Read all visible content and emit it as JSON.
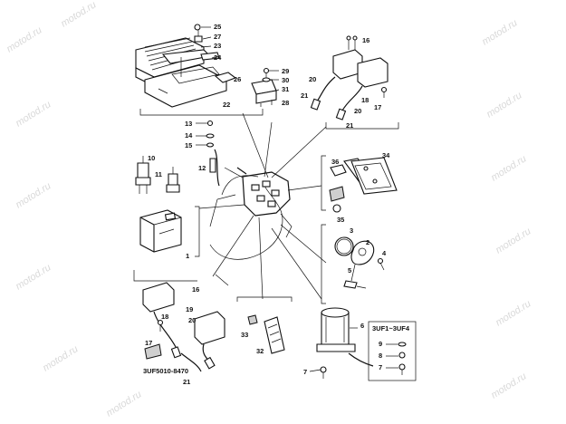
{
  "watermark": "motod.ru",
  "figure_code": "3UF5010-8470",
  "inset_title": "3UF1~3UF4",
  "callouts": {
    "c25": "25",
    "c27": "27",
    "c23": "23",
    "c24": "24",
    "c26": "26",
    "c22": "22",
    "c29": "29",
    "c30": "30",
    "c31": "31",
    "c28": "28",
    "c16a": "16",
    "c20a": "20",
    "c21a": "21",
    "c20b": "20",
    "c21b": "21",
    "c18a": "18",
    "c17a": "17",
    "c13": "13",
    "c14": "14",
    "c15": "15",
    "c12": "12",
    "c10": "10",
    "c11": "11",
    "c36": "36",
    "c34": "34",
    "c35": "35",
    "c1": "1",
    "c3": "3",
    "c2": "2",
    "c4": "4",
    "c5": "5",
    "c16b": "16",
    "c18b": "18",
    "c19": "19",
    "c17b": "17",
    "c21c": "21",
    "c33": "33",
    "c32": "32",
    "c6": "6",
    "c7": "7",
    "c9": "9",
    "c8": "8",
    "c7b": "7"
  }
}
